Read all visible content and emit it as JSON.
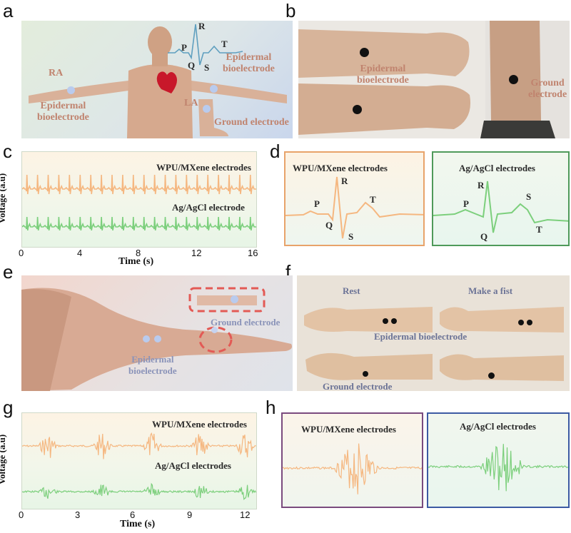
{
  "panels": {
    "a": {
      "letter": "a",
      "ra": "RA",
      "la": "LA",
      "epi_left": "Epidermal\nbioelectrode",
      "epi_right": "Epidermal\nbioelectrode",
      "ground": "Ground electrode",
      "waves": {
        "p": "P",
        "q": "Q",
        "r": "R",
        "s": "S",
        "t": "T"
      }
    },
    "b": {
      "letter": "b",
      "epi": "Epidermal\nbioelectrode",
      "ground": "Ground\nelectrode"
    },
    "c": {
      "letter": "c",
      "series1": "WPU/MXene electrodes",
      "series2": "Ag/AgCl electrode",
      "ylabel": "Voltage (a.u)",
      "xlabel": "Time (s)",
      "xticks": [
        "0",
        "4",
        "8",
        "12",
        "16"
      ]
    },
    "d": {
      "letter": "d",
      "left_title": "WPU/MXene electrodes",
      "right_title": "Ag/AgCl electrodes",
      "waves": {
        "p": "P",
        "q": "Q",
        "r": "R",
        "s": "S",
        "t": "T"
      }
    },
    "e": {
      "letter": "e",
      "ground": "Ground electrode",
      "epi": "Epidermal\nbioelectrode"
    },
    "f": {
      "letter": "f",
      "rest": "Rest",
      "fist": "Make a fist",
      "epi": "Epidermal bioelectrode",
      "ground": "Ground electrode"
    },
    "g": {
      "letter": "g",
      "series1": "WPU/MXene electrodes",
      "series2": "Ag/AgCl electrodes",
      "ylabel": "Voltage (a.u)",
      "xlabel": "Time (s)",
      "xticks": [
        "0",
        "3",
        "6",
        "9",
        "12"
      ]
    },
    "h": {
      "letter": "h",
      "left_title": "WPU/MXene electrodes",
      "right_title": "Ag/AgCl electrodes"
    }
  },
  "colors": {
    "orange": "#f5b780",
    "green": "#7ccf7c",
    "label_brown": "#c0836e",
    "box_orange": "#e8a36a",
    "box_green": "#4f9a5a",
    "box_purple": "#7a4a7e",
    "box_blue": "#3c5aa3"
  },
  "chart_data": [
    {
      "type": "line",
      "panel": "c",
      "xlabel": "Time (s)",
      "ylabel": "Voltage (a.u)",
      "xlim": [
        0,
        16
      ],
      "series": [
        {
          "name": "WPU/MXene electrodes",
          "beats_in_window": 22
        },
        {
          "name": "Ag/AgCl electrode",
          "beats_in_window": 22
        }
      ]
    },
    {
      "type": "line",
      "panel": "g",
      "xlabel": "Time (s)",
      "ylabel": "Voltage (a.u)",
      "xlim": [
        0,
        12.6
      ],
      "series": [
        {
          "name": "WPU/MXene electrodes",
          "bursts_s": [
            1.4,
            4.3,
            7.0,
            9.6,
            12.0
          ]
        },
        {
          "name": "Ag/AgCl electrodes",
          "bursts_s": [
            1.4,
            4.3,
            7.0,
            9.6,
            12.0
          ]
        }
      ]
    }
  ]
}
